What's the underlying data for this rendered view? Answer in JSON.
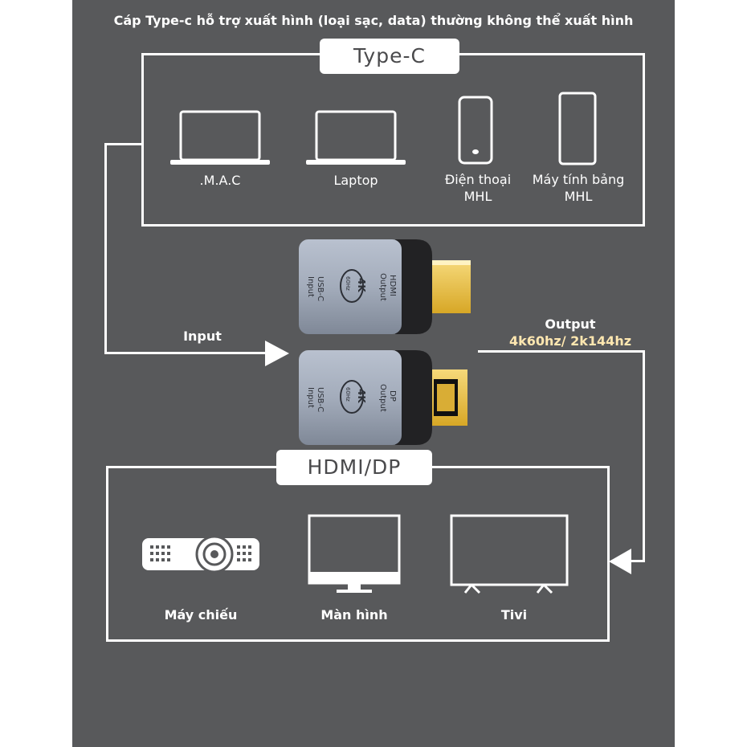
{
  "header": {
    "title": "Cáp Type-c hỗ trợ xuất hình (loại sạc, data) thường không thể xuất hình"
  },
  "source_group": {
    "label": "Type-C",
    "devices": [
      {
        "icon": "laptop-icon",
        "label": ".M.A.C"
      },
      {
        "icon": "laptop-icon",
        "label": "Laptop"
      },
      {
        "icon": "phone-icon",
        "label_line1": "Điện thoại",
        "label_line2": "MHL"
      },
      {
        "icon": "tablet-icon",
        "label_line1": "Máy tính bảng",
        "label_line2": "MHL"
      }
    ]
  },
  "adapters": [
    {
      "input_label": "USB-C\nInput",
      "output_label": "HDMI\nOutput",
      "badge_main": "4K",
      "badge_sub": "60Hz",
      "connector": "HDMI"
    },
    {
      "input_label": "USB-C\nInput",
      "output_label": "DP\nOutput",
      "badge_main": "4K",
      "badge_sub": "60Hz",
      "connector": "DP"
    }
  ],
  "flow": {
    "input_label": "Input",
    "output_label": "Output",
    "output_spec": "4k60hz/ 2k144hz"
  },
  "target_group": {
    "label": "HDMI/DP",
    "devices": [
      {
        "icon": "projector-icon",
        "label": "Máy chiếu"
      },
      {
        "icon": "monitor-icon",
        "label": "Màn hình"
      },
      {
        "icon": "tv-icon",
        "label": "Tivi"
      }
    ]
  },
  "colors": {
    "background": "#58595b",
    "foreground": "#ffffff",
    "highlight": "#ffe7b0",
    "connector_gold": "#f2c94c"
  }
}
